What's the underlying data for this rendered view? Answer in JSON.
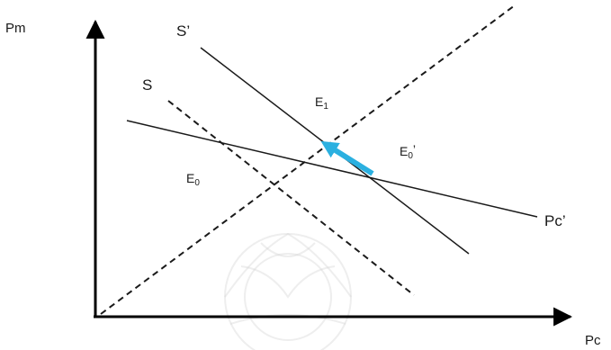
{
  "axes": {
    "y_label": "Pm",
    "x_label": "Pc"
  },
  "curves": {
    "s_label": "S",
    "s_prime_label": "S’",
    "pc_prime_label": "Pc’"
  },
  "points": {
    "e0": "E",
    "e0_sub": "0",
    "e1": "E",
    "e1_sub": "1",
    "e0_prime": "E",
    "e0_prime_sub": "0",
    "e0_prime_mark": "’"
  },
  "colors": {
    "axis": "#000000",
    "line": "#1a1a1a",
    "shift_arrow": "#2bb0e0"
  },
  "icons": {
    "watermark": "university-emblem-watermark"
  }
}
